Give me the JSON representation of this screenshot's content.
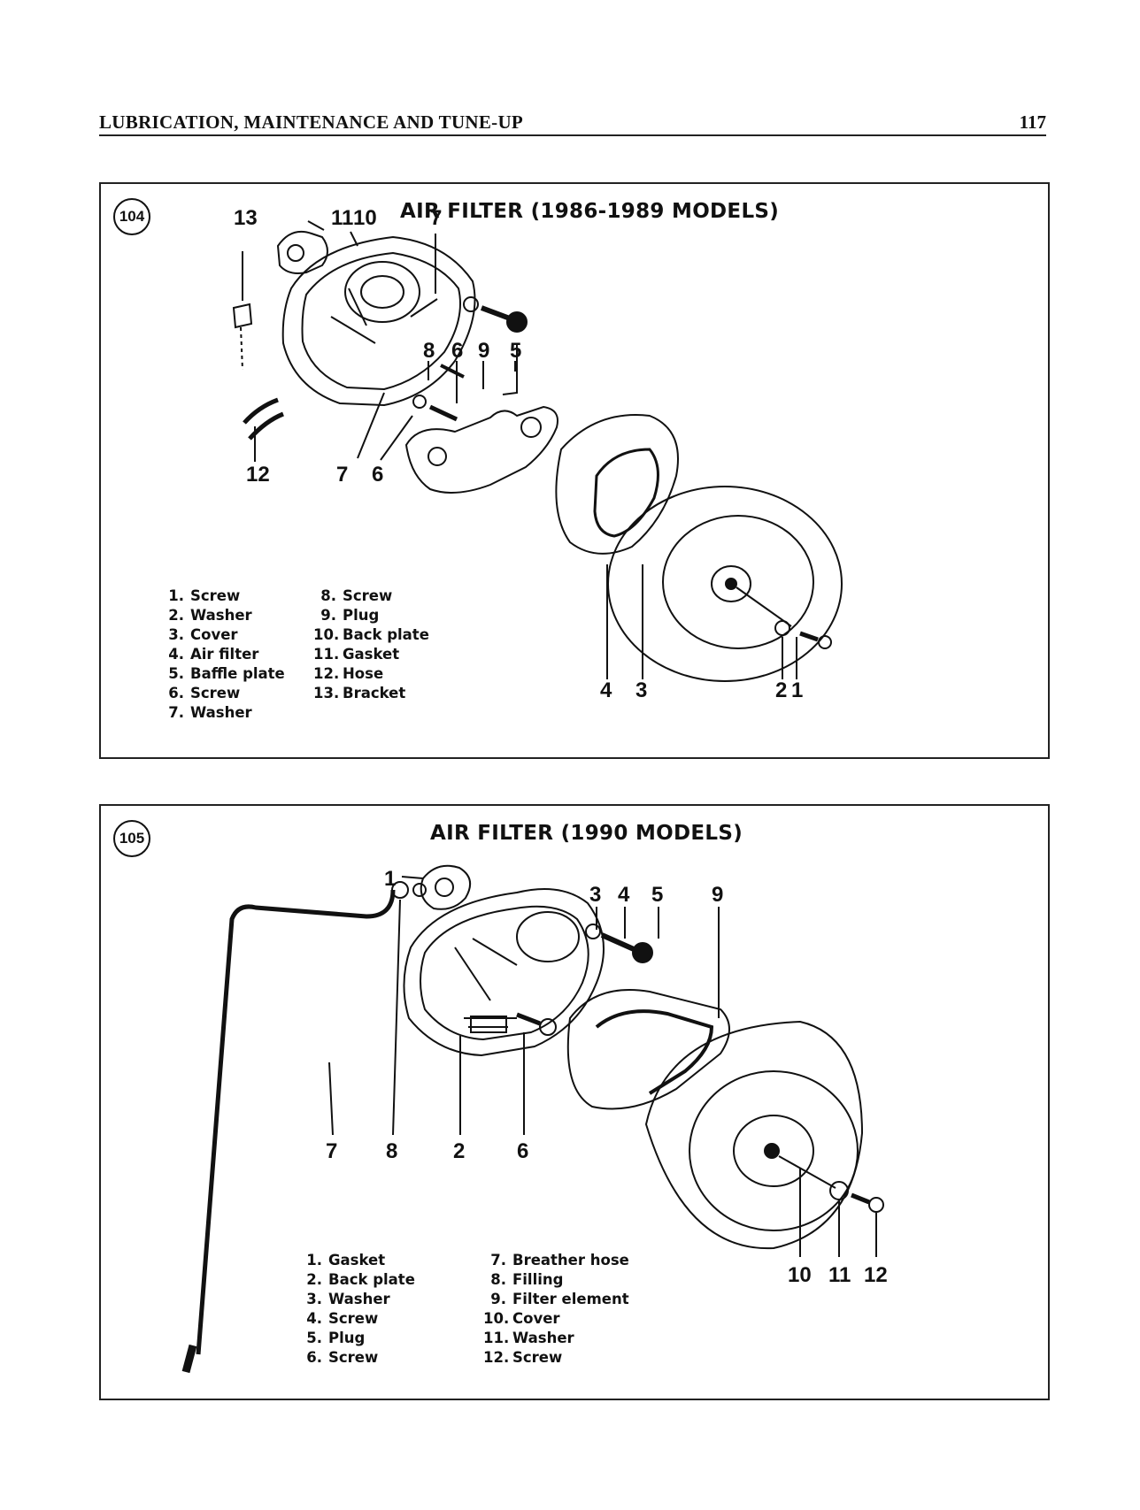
{
  "header": {
    "section_title": "LUBRICATION, MAINTENANCE AND TUNE-UP",
    "page_number": "117"
  },
  "figures": [
    {
      "number": "104",
      "title": "AIR FILTER (1986-1989 MODELS)",
      "callouts": [
        "13",
        "11",
        "10",
        "7",
        "8",
        "6",
        "9",
        "5",
        "12",
        "7",
        "6",
        "4",
        "3",
        "2",
        "1"
      ],
      "legend_left": [
        {
          "num": "1.",
          "text": "Screw"
        },
        {
          "num": "2.",
          "text": "Washer"
        },
        {
          "num": "3.",
          "text": "Cover"
        },
        {
          "num": "4.",
          "text": "Air filter"
        },
        {
          "num": "5.",
          "text": "Baffle plate"
        },
        {
          "num": "6.",
          "text": "Screw"
        },
        {
          "num": "7.",
          "text": "Washer"
        }
      ],
      "legend_right": [
        {
          "num": "8.",
          "text": "Screw"
        },
        {
          "num": "9.",
          "text": "Plug"
        },
        {
          "num": "10.",
          "text": "Back plate"
        },
        {
          "num": "11.",
          "text": "Gasket"
        },
        {
          "num": "12.",
          "text": "Hose"
        },
        {
          "num": "13.",
          "text": "Bracket"
        }
      ]
    },
    {
      "number": "105",
      "title": "AIR FILTER (1990 MODELS)",
      "callouts": [
        "1",
        "3",
        "4",
        "5",
        "9",
        "7",
        "8",
        "2",
        "6",
        "10",
        "11",
        "12"
      ],
      "legend_left": [
        {
          "num": "1.",
          "text": "Gasket"
        },
        {
          "num": "2.",
          "text": "Back plate"
        },
        {
          "num": "3.",
          "text": "Washer"
        },
        {
          "num": "4.",
          "text": "Screw"
        },
        {
          "num": "5.",
          "text": "Plug"
        },
        {
          "num": "6.",
          "text": "Screw"
        }
      ],
      "legend_right": [
        {
          "num": "7.",
          "text": "Breather hose"
        },
        {
          "num": "8.",
          "text": "Filling"
        },
        {
          "num": "9.",
          "text": "Filter element"
        },
        {
          "num": "10.",
          "text": "Cover"
        },
        {
          "num": "11.",
          "text": "Washer"
        },
        {
          "num": "12.",
          "text": "Screw"
        }
      ]
    }
  ]
}
